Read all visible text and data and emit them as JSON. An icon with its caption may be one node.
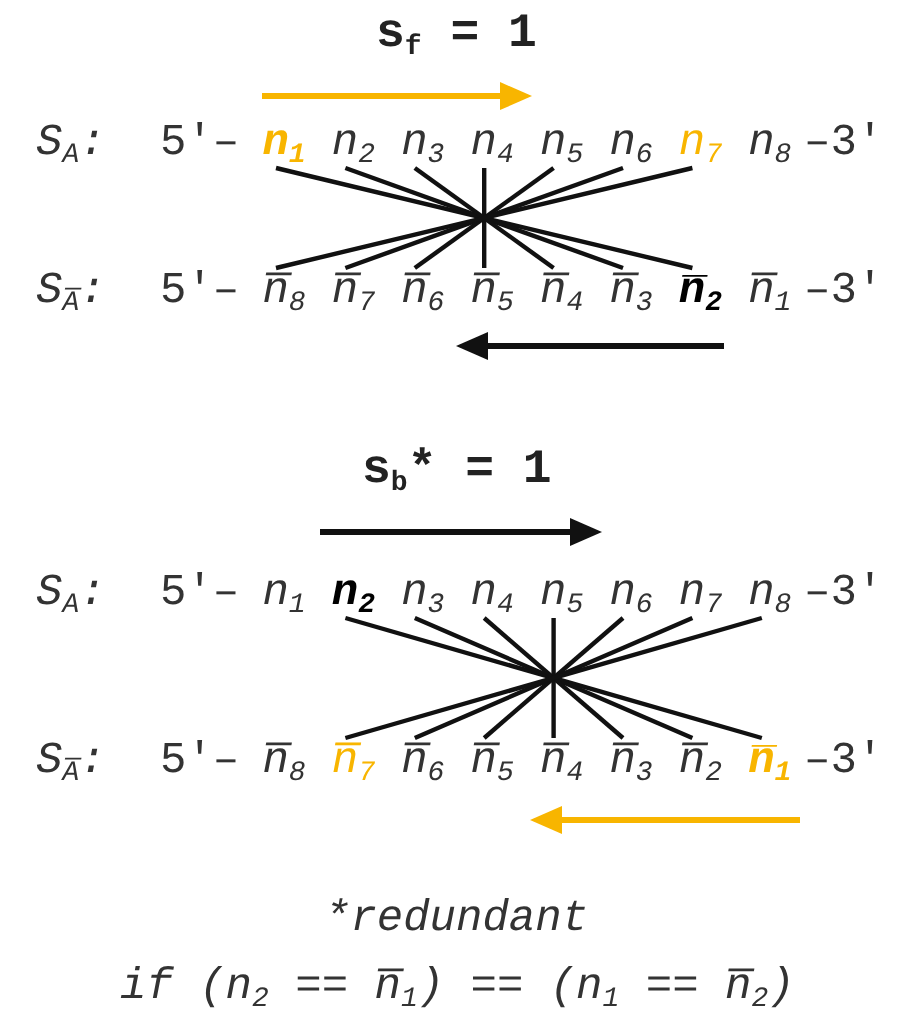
{
  "diagram": {
    "nodes": [
      {
        "text": [
          "n$_{1}$"
        ]
      },
      {
        "text": [
          "n$_{2}$"
        ]
      },
      {
        "text": [
          "n$_{3}$"
        ]
      },
      {
        "text": [
          "n$_{4}$"
        ]
      },
      {
        "text": [
          "n$_{5}$"
        ]
      },
      {
        "text": [
          "n$_{6}$"
        ]
      },
      {
        "text": [
          "n$_{7}$"
        ]
      },
      {
        "text": [
          "n$_{8}$"
        ]
      },
      {
        "text": [
          "n̅$_{8}$"
        ]
      },
      {
        "text": [
          "n̅$_{7}$"
        ]
      },
      {
        "text": [
          "n̅$_{6}$"
        ]
      },
      {
        "text": [
          "n̅$_{5}$"
        ]
      },
      {
        "text": [
          "n̅$_{4}$"
        ]
      },
      {
        "text": [
          "n̅$_{3}$"
        ]
      },
      {
        "text": [
          "n̅$_{2}$"
        ]
      },
      {
        "text": [
          "n̅$_{1}$"
        ]
      },
      {
        "text": [
          "n$_{1}$"
        ]
      },
      {
        "text": [
          "n$_{2}$"
        ]
      },
      {
        "text": [
          "n$_{3}$"
        ]
      },
      {
        "text": [
          "n$_{4}$"
        ]
      },
      {
        "text": [
          "n$_{5}$"
        ]
      },
      {
        "text": [
          "n$_{6}$"
        ]
      },
      {
        "text": [
          "n$_{7}$"
        ]
      },
      {
        "text": [
          "n$_{8}$"
        ]
      },
      {
        "text": [
          "n̅$_{8}$"
        ]
      },
      {
        "text": [
          "n̅$_{7}$"
        ]
      },
      {
        "text": [
          "n̅$_{6}$"
        ]
      },
      {
        "text": [
          "n̅$_{5}$"
        ]
      },
      {
        "text": [
          "n̅$_{4}$"
        ]
      },
      {
        "text": [
          "n̅$_{3}$"
        ]
      },
      {
        "text": [
          "n̅$_{2}$"
        ]
      },
      {
        "text": [
          "n̅$_{1}$"
        ]
      }
    ],
    "edges": [
      {
        "from": 0,
        "to": 14,
        "arrow": "none"
      },
      {
        "from": 1,
        "to": 13,
        "arrow": "none"
      },
      {
        "from": 2,
        "to": 12,
        "arrow": "none"
      },
      {
        "from": 3,
        "to": 11,
        "arrow": "none"
      },
      {
        "from": 4,
        "to": 10,
        "arrow": "none"
      },
      {
        "from": 5,
        "to": 9,
        "arrow": "none"
      },
      {
        "from": 6,
        "to": 8,
        "arrow": "none"
      },
      {
        "from": 17,
        "to": 31,
        "arrow": "none"
      },
      {
        "from": 18,
        "to": 30,
        "arrow": "none"
      },
      {
        "from": 19,
        "to": 29,
        "arrow": "none"
      },
      {
        "from": 20,
        "to": 28,
        "arrow": "none"
      },
      {
        "from": 21,
        "to": 27,
        "arrow": "none"
      },
      {
        "from": 22,
        "to": 26,
        "arrow": "none"
      },
      {
        "from": 23,
        "to": 25,
        "arrow": "none"
      }
    ],
    "labels": [
      "s$_{f}$ = 1",
      "S$_{A}$:",
      "5'–",
      "–3'",
      "S$_{A̅}$:",
      "5'–",
      "–3'",
      "s$_{b}$* = 1",
      "S$_{A}$:",
      "5'–",
      "–3'",
      "S$_{A̅}$:",
      "5'–",
      "–3'",
      "*redundant",
      "if (n$_{2}$ == n̅$_{1}$) == (n$_{1}$ == n̅$_{2}$)"
    ]
  }
}
